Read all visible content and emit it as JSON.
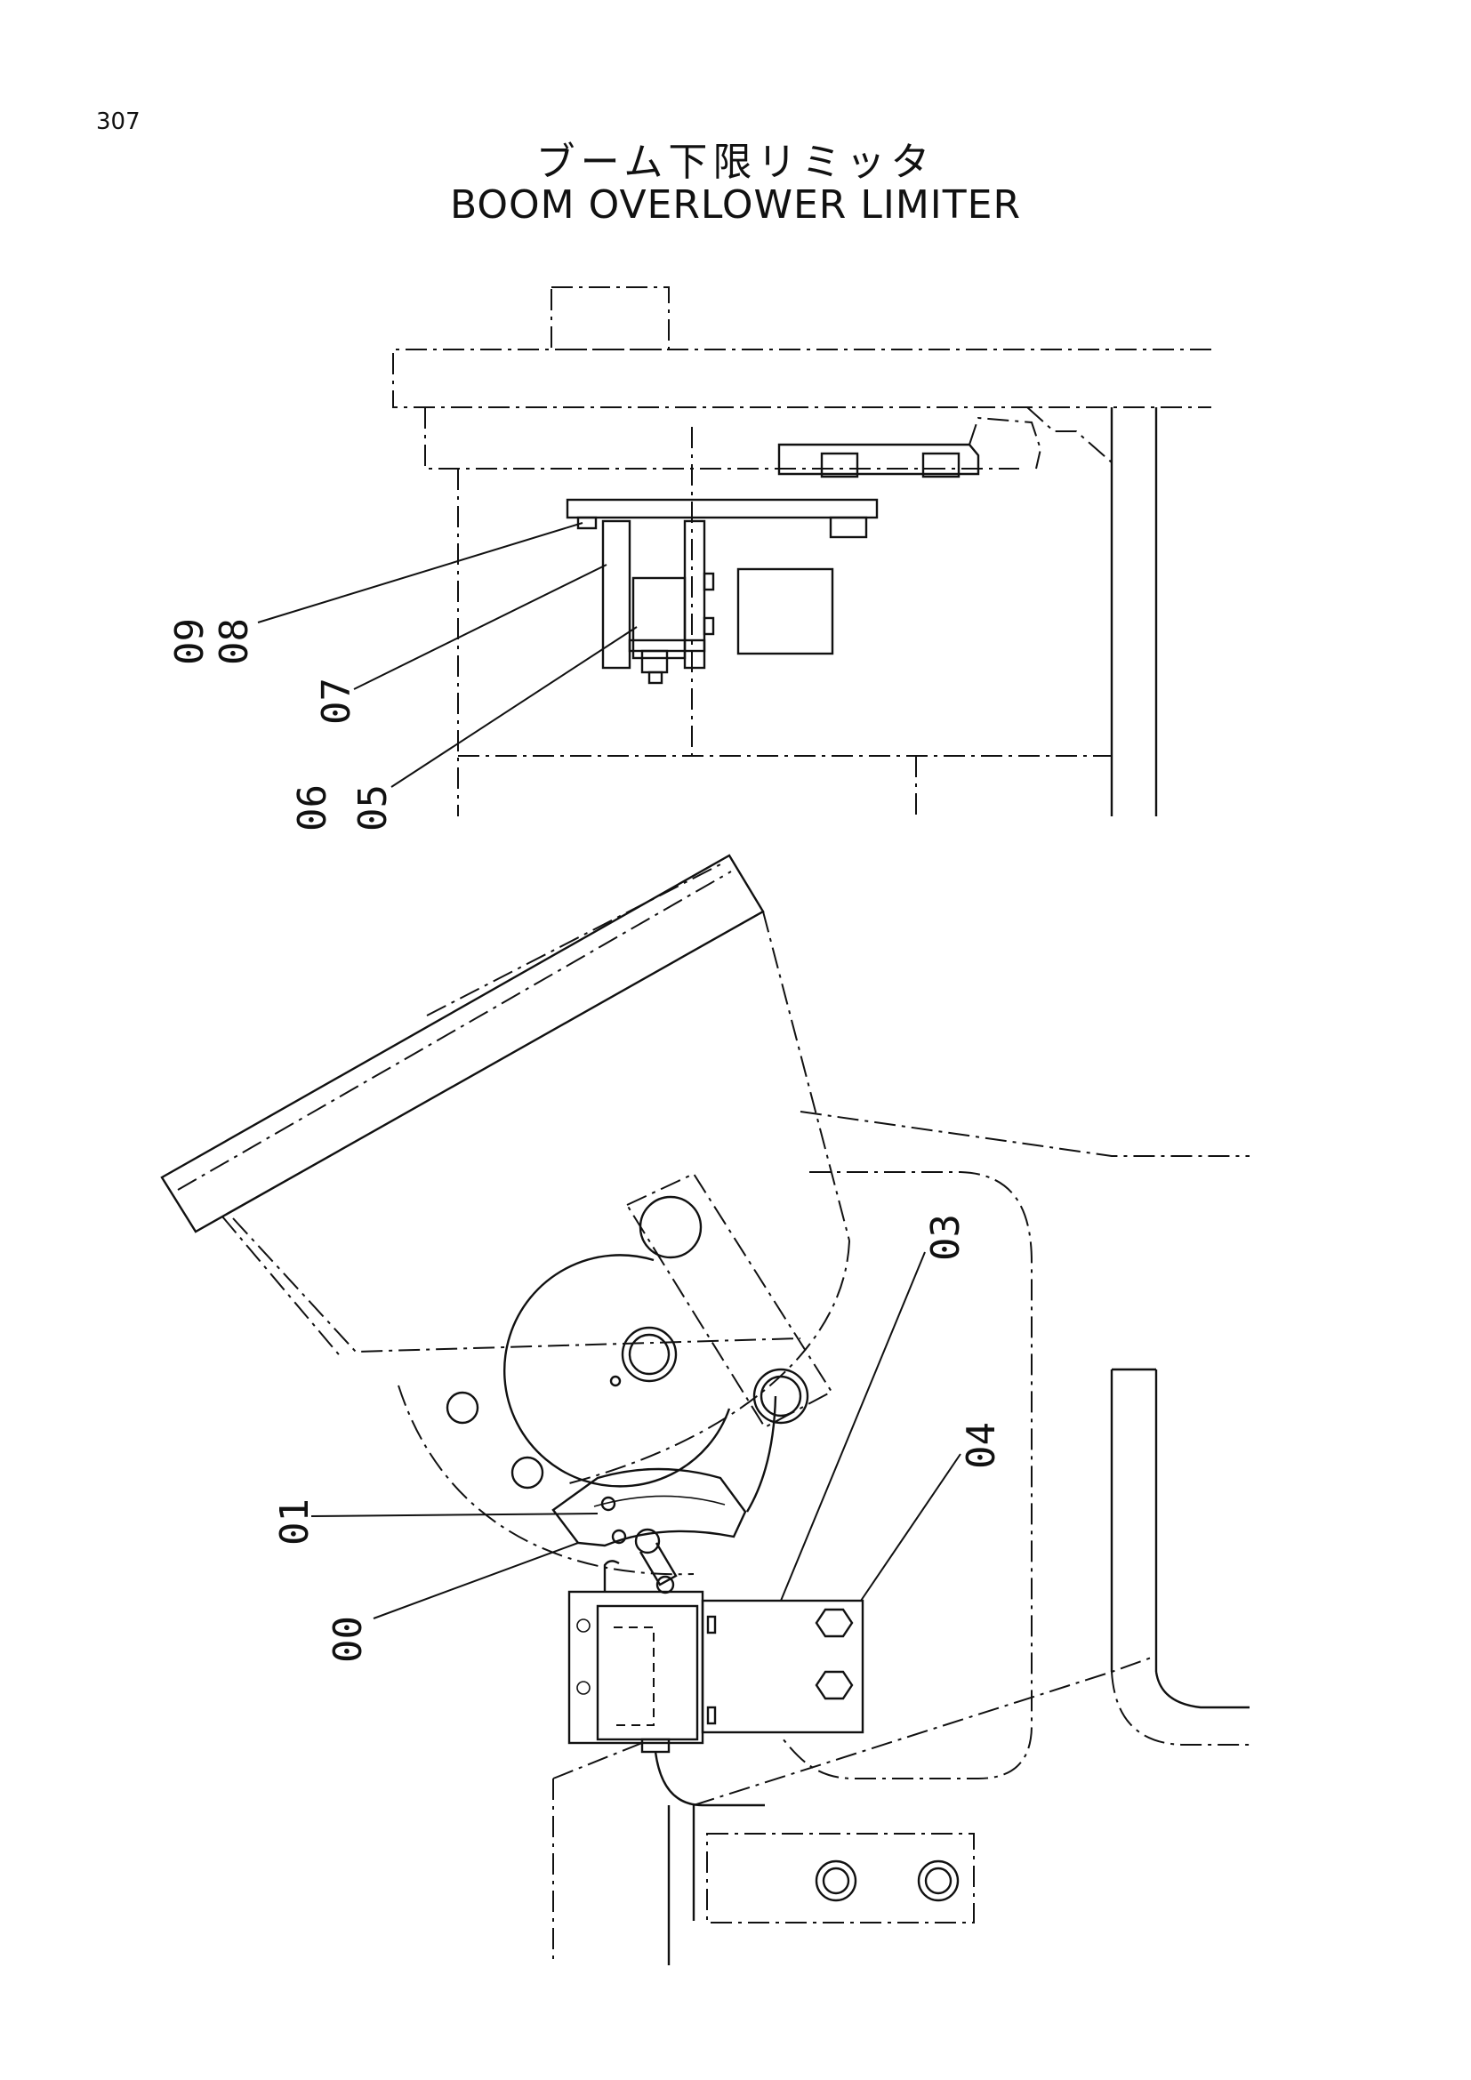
{
  "page_number": "307",
  "title_jp": "ブーム下限リミッタ",
  "title_en": "BOOM OVERLOWER LIMITER",
  "callouts": {
    "c09": "09",
    "c08": "08",
    "c07": "07",
    "c06": "06",
    "c05": "05",
    "c03": "03",
    "c04": "04",
    "c01": "01",
    "c00": "00"
  }
}
